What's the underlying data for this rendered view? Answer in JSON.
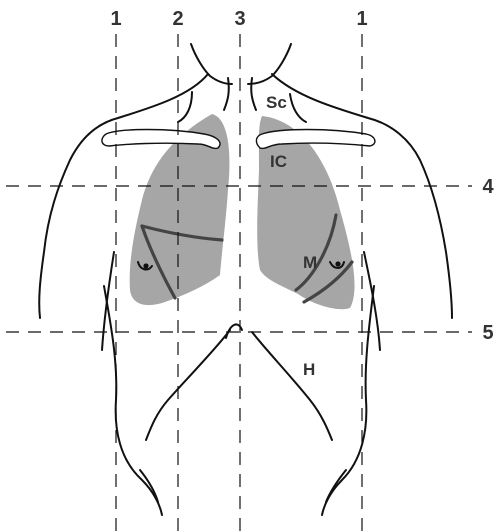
{
  "vertical_line_labels": [
    "1",
    "2",
    "3",
    "1"
  ],
  "horizontal_line_labels": [
    "4",
    "5"
  ],
  "region_labels": {
    "supraclavicular": "Sc",
    "infraclavicular": "IC",
    "mammary": "M",
    "hypochondriac": "H"
  },
  "colors": {
    "lung_fill": "#a6a6a6",
    "outline": "#111111",
    "accent_line": "#444444",
    "label": "#333333"
  }
}
